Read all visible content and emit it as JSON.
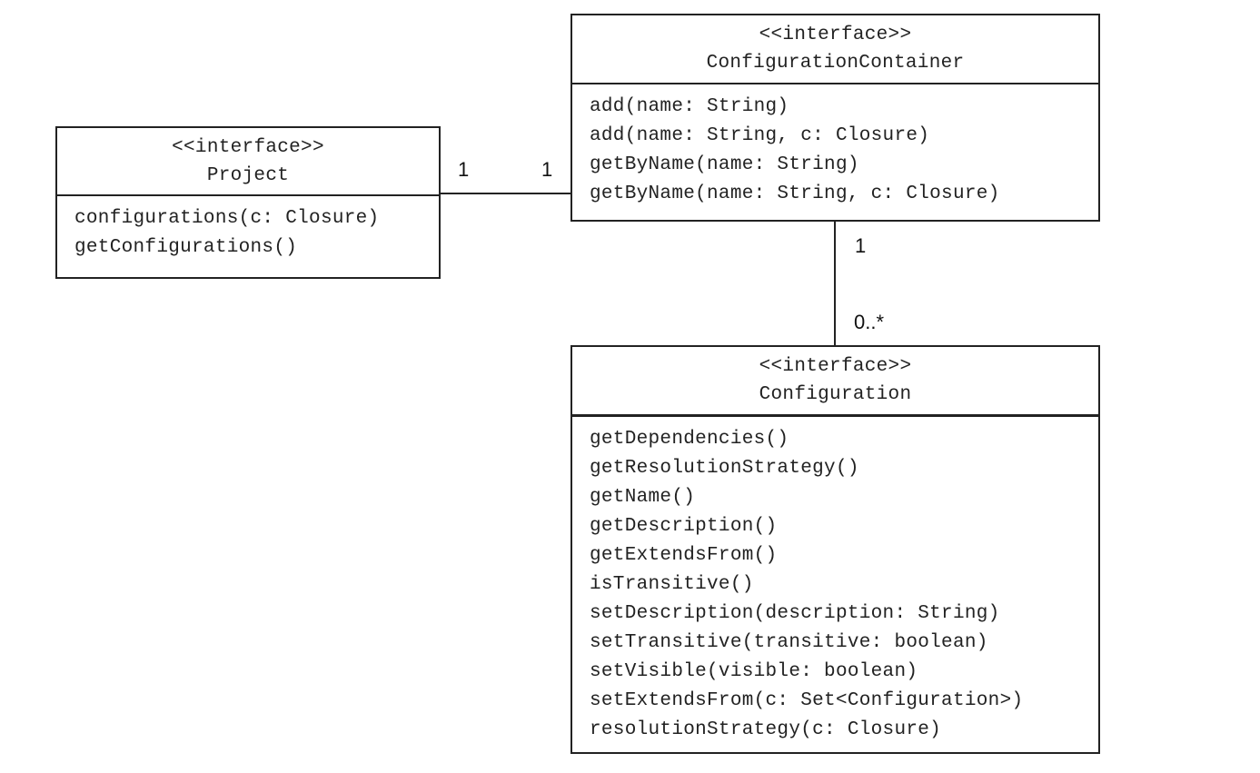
{
  "classes": {
    "project": {
      "stereotype": "<<interface>>",
      "name": "Project",
      "methods": [
        "configurations(c: Closure)",
        "getConfigurations()"
      ]
    },
    "container": {
      "stereotype": "<<interface>>",
      "name": "ConfigurationContainer",
      "methods": [
        "add(name: String)",
        "add(name: String, c: Closure)",
        "getByName(name: String)",
        "getByName(name: String, c: Closure)"
      ]
    },
    "configuration": {
      "stereotype": "<<interface>>",
      "name": "Configuration",
      "methods": [
        "getDependencies()",
        "getResolutionStrategy()",
        "getName()",
        "getDescription()",
        "getExtendsFrom()",
        "isTransitive()",
        "setDescription(description: String)",
        "setTransitive(transitive: boolean)",
        "setVisible(visible: boolean)",
        "setExtendsFrom(c: Set<Configuration>)",
        "resolutionStrategy(c: Closure)"
      ]
    }
  },
  "associations": {
    "project_container": {
      "project_end": "1",
      "container_end": "1"
    },
    "container_configuration": {
      "container_end": "1",
      "configuration_end": "0..*"
    }
  }
}
